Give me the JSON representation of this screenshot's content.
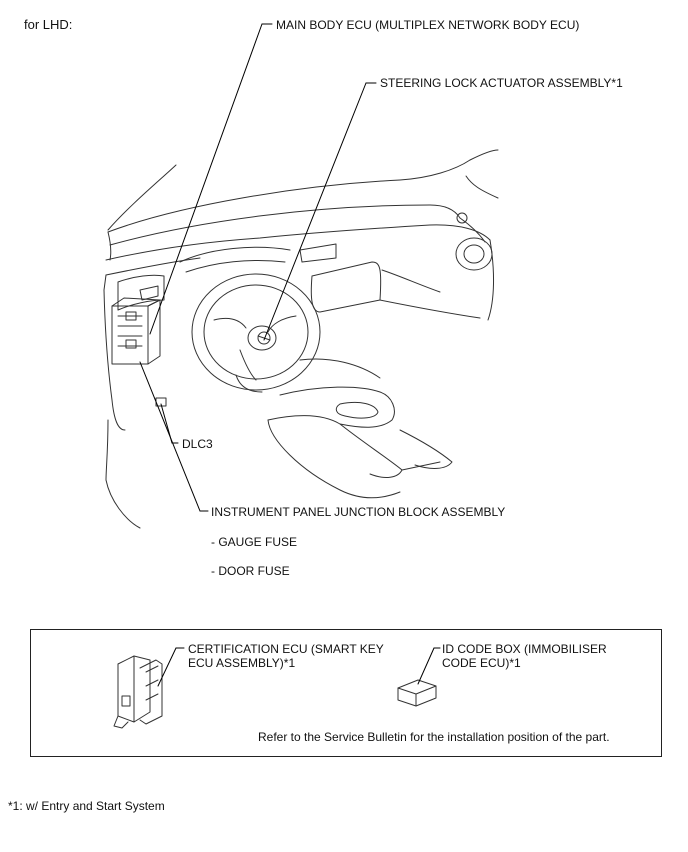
{
  "variant_label": "for LHD:",
  "callouts": {
    "main_body_ecu": "MAIN BODY ECU (MULTIPLEX NETWORK BODY ECU)",
    "steering_lock": "STEERING LOCK ACTUATOR ASSEMBLY*1",
    "dlc3": "DLC3",
    "junction_block": "INSTRUMENT PANEL JUNCTION BLOCK ASSEMBLY",
    "gauge_fuse": "- GAUGE FUSE",
    "door_fuse": "- DOOR FUSE"
  },
  "inset": {
    "certification_line1": "CERTIFICATION ECU (SMART KEY",
    "certification_line2": "ECU ASSEMBLY)*1",
    "id_code_line1": "ID CODE BOX (IMMOBILISER",
    "id_code_line2": "CODE ECU)*1",
    "note": "Refer to the Service Bulletin for the installation position of the part."
  },
  "footnote": "*1: w/ Entry and Start System"
}
